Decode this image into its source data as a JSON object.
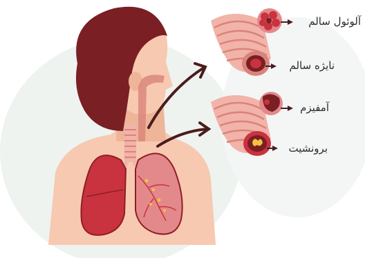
{
  "labels": {
    "healthy_alveoli": "آلوئول سالم",
    "healthy_trachea": "نایژه سالم",
    "emphysema": "آمفیزم",
    "bronchitis": "برونشیت"
  },
  "colors": {
    "skin": "#f7c9b0",
    "skin_shadow": "#eeb598",
    "hair": "#7a1f24",
    "lung_left": "#c8333f",
    "lung_right": "#e4898b",
    "lung_outline": "#8f1d27",
    "airway": "#f2b3a9",
    "airway_dark": "#d9837c",
    "background_blob": "#eef3f0",
    "arrow": "#4a1c1c",
    "bronchitis_mucus": "#f5c242"
  },
  "icons": [
    "human-torso-illustration",
    "lungs-illustration",
    "arrow-up-right-icon",
    "bullet-arrow-icon"
  ]
}
